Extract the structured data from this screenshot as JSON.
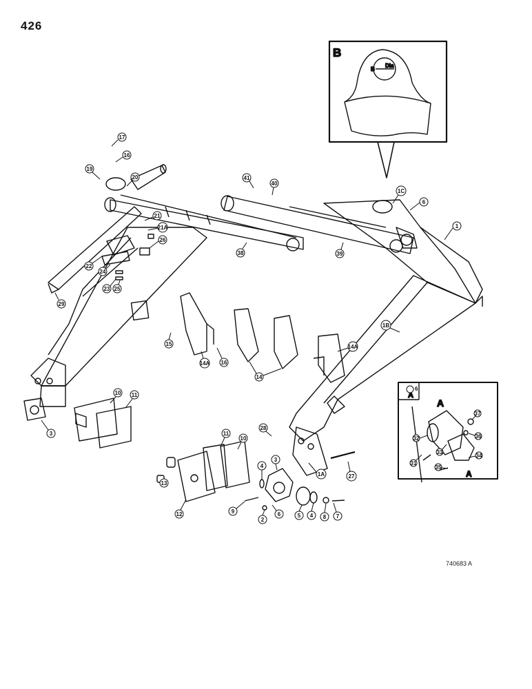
{
  "page": {
    "number": "426",
    "drawing_code": "740683 A"
  },
  "detail_b": {
    "letter": "B",
    "label_b": "B",
    "label_dia": "Dia"
  },
  "detail_a": {
    "letter": "A",
    "letter_small": "A",
    "letter_lower": "A"
  },
  "colors": {
    "ink": "#111111",
    "paper": "#ffffff"
  },
  "callouts": [
    "1",
    "1A",
    "1B",
    "1C",
    "2",
    "3",
    "3",
    "4",
    "4",
    "5",
    "6",
    "6",
    "6",
    "7",
    "8",
    "9",
    "10",
    "10",
    "11",
    "11",
    "12",
    "13",
    "14",
    "14A",
    "14A",
    "15",
    "16",
    "16",
    "17",
    "19",
    "20",
    "21",
    "21A",
    "22",
    "23",
    "24",
    "25",
    "26",
    "27",
    "28",
    "29",
    "31",
    "32",
    "33",
    "34",
    "35",
    "36",
    "37",
    "38",
    "39",
    "40",
    "41"
  ]
}
